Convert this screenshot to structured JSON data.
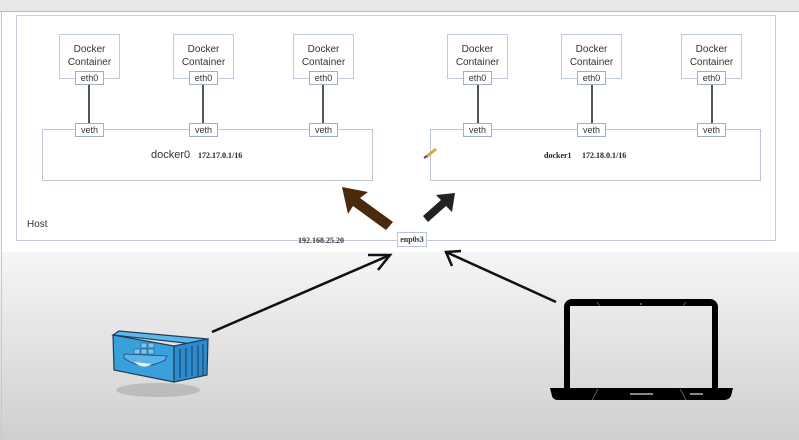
{
  "host": {
    "label": "Host",
    "ip": "192.168.25.20",
    "interface": "enp0s3"
  },
  "bridges": [
    {
      "name": "docker0",
      "subnet": "172.17.0.1/16",
      "containers": [
        {
          "title_line1": "Docker",
          "title_line2": "Container",
          "eth": "eth0",
          "veth": "veth"
        },
        {
          "title_line1": "Docker",
          "title_line2": "Container",
          "eth": "eth0",
          "veth": "veth"
        },
        {
          "title_line1": "Docker",
          "title_line2": "Container",
          "eth": "eth0",
          "veth": "veth"
        }
      ]
    },
    {
      "name": "docker1",
      "subnet": "172.18.0.1/16",
      "containers": [
        {
          "title_line1": "Docker",
          "title_line2": "Container",
          "eth": "eth0",
          "veth": "veth"
        },
        {
          "title_line1": "Docker",
          "title_line2": "Container",
          "eth": "eth0",
          "veth": "veth"
        },
        {
          "title_line1": "Docker",
          "title_line2": "Container",
          "eth": "eth0",
          "veth": "veth"
        }
      ]
    }
  ],
  "colors": {
    "brown_arrow": "#4a2a0c",
    "black_arrow": "#222222",
    "container_blue": "#3aa0dc"
  },
  "icons": [
    "docker-container-icon",
    "laptop-icon",
    "pencil-cursor-icon"
  ]
}
